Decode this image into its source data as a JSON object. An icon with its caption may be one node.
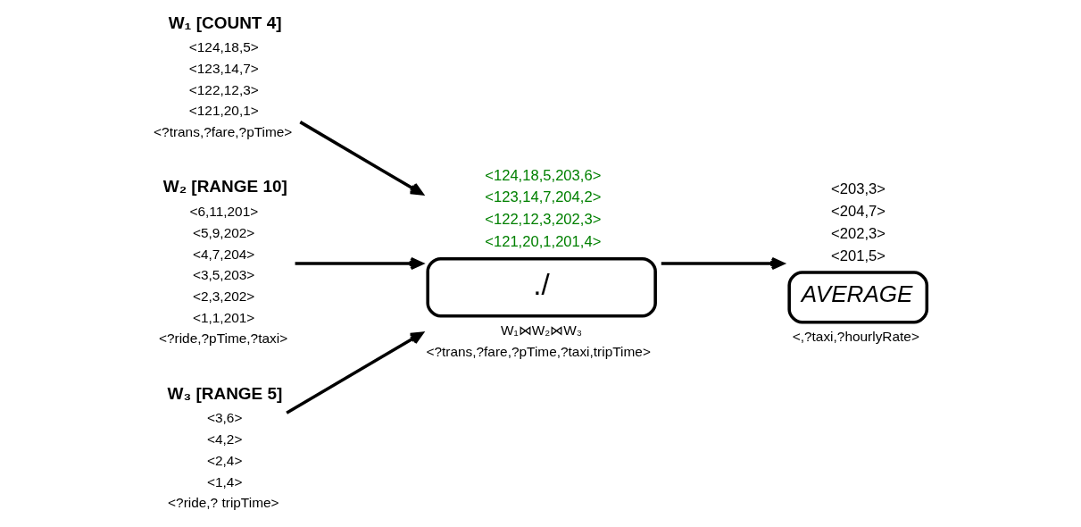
{
  "diagram": {
    "nodes": [
      {
        "text": [
          "W₁ [COUNT 4]"
        ],
        "beside": [
          "<124,18,5>",
          "<123,14,7>",
          "<122,12,3>",
          "<121,20,1>",
          "<?trans,?fare,?pTime>"
        ]
      },
      {
        "text": [
          "W₂ [RANGE 10]"
        ],
        "beside": [
          "<6,11,201>",
          "<5,9,202>",
          "<4,7,204>",
          "<3,5,203>",
          "<2,3,202>",
          "<1,1,201>",
          "<?ride,?pTime,?taxi>"
        ]
      },
      {
        "text": [
          "W₃ [RANGE 5]"
        ],
        "beside": [
          "<3,6>",
          "<4,2>",
          "<2,4>",
          "<1,4>",
          "<?ride,? tripTime>"
        ]
      },
      {
        "text": [
          "./"
        ],
        "beside": [
          "<124,18,5,203,6>",
          "<123,14,7,204,2>",
          "<122,12,3,202,3>",
          "<121,20,1,201,4>",
          "W₁⋈W₂⋈W₃",
          "<?trans,?fare,?pTime,?taxi,tripTime>"
        ]
      },
      {
        "text": [
          "AVERAGE"
        ],
        "beside": [
          "<203,3>",
          "<204,7>",
          "<202,3>",
          "<201,5>",
          "<,?taxi,?hourlyRate>"
        ]
      }
    ],
    "edges": [
      {
        "from": 0,
        "to": 3,
        "arrow": "to"
      },
      {
        "from": 1,
        "to": 3,
        "arrow": "to"
      },
      {
        "from": 2,
        "to": 3,
        "arrow": "to"
      },
      {
        "from": 3,
        "to": 4,
        "arrow": "to"
      }
    ]
  }
}
